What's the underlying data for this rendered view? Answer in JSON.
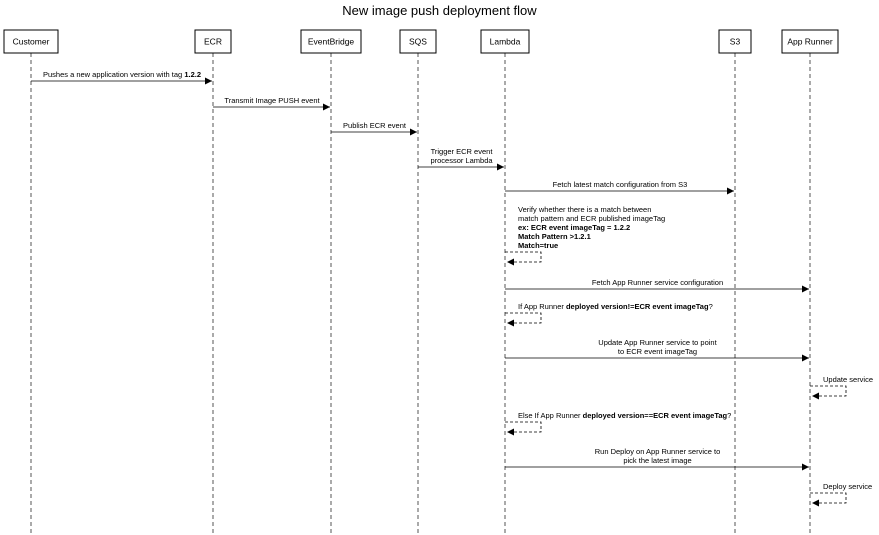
{
  "title": "New image push deployment flow",
  "actors": [
    {
      "id": "customer",
      "label": "Customer"
    },
    {
      "id": "ecr",
      "label": "ECR"
    },
    {
      "id": "eventbridge",
      "label": "EventBridge"
    },
    {
      "id": "sqs",
      "label": "SQS"
    },
    {
      "id": "lambda",
      "label": "Lambda"
    },
    {
      "id": "s3",
      "label": "S3"
    },
    {
      "id": "apprunner",
      "label": "App Runner"
    }
  ],
  "messages": [
    {
      "from": "customer",
      "to": "ecr",
      "type": "sync",
      "lines": [
        [
          {
            "t": "Pushes a new application version with tag "
          },
          {
            "t": "1.2.2",
            "b": true
          }
        ]
      ]
    },
    {
      "from": "ecr",
      "to": "eventbridge",
      "type": "sync",
      "lines": [
        [
          {
            "t": "Transmit Image PUSH event"
          }
        ]
      ]
    },
    {
      "from": "eventbridge",
      "to": "sqs",
      "type": "sync",
      "lines": [
        [
          {
            "t": "Publish ECR event"
          }
        ]
      ]
    },
    {
      "from": "sqs",
      "to": "lambda",
      "type": "sync",
      "lines": [
        [
          {
            "t": "Trigger ECR event"
          }
        ],
        [
          {
            "t": "processor Lambda"
          }
        ]
      ]
    },
    {
      "from": "lambda",
      "to": "s3",
      "type": "sync",
      "lines": [
        [
          {
            "t": "Fetch latest match configuration from S3"
          }
        ]
      ]
    },
    {
      "from": "lambda",
      "to": "lambda",
      "type": "self",
      "lines": [
        [
          {
            "t": "Verify whether there is a match between"
          }
        ],
        [
          {
            "t": "match pattern and ECR published imageTag"
          }
        ],
        [
          {
            "t": "ex: ECR event imageTag = 1.2.2",
            "b": true
          }
        ],
        [
          {
            "t": "Match Pattern >1.2.1",
            "b": true
          }
        ],
        [
          {
            "t": "Match=true",
            "b": true
          }
        ]
      ]
    },
    {
      "from": "lambda",
      "to": "apprunner",
      "type": "sync",
      "lines": [
        [
          {
            "t": "Fetch App Runner service configuration"
          }
        ]
      ]
    },
    {
      "from": "lambda",
      "to": "lambda",
      "type": "self",
      "lines": [
        [
          {
            "t": "If App Runner "
          },
          {
            "t": "deployed version!=ECR event imageTag",
            "b": true
          },
          {
            "t": "?"
          }
        ]
      ]
    },
    {
      "from": "lambda",
      "to": "apprunner",
      "type": "sync",
      "lines": [
        [
          {
            "t": "Update App Runner service to point"
          }
        ],
        [
          {
            "t": "to ECR event imageTag"
          }
        ]
      ]
    },
    {
      "from": "apprunner",
      "to": "apprunner",
      "type": "self",
      "lines": [
        [
          {
            "t": "Update service"
          }
        ]
      ]
    },
    {
      "from": "lambda",
      "to": "lambda",
      "type": "self",
      "lines": [
        [
          {
            "t": "Else If App Runner "
          },
          {
            "t": "deployed version==ECR event imageTag",
            "b": true
          },
          {
            "t": "?"
          }
        ]
      ]
    },
    {
      "from": "lambda",
      "to": "apprunner",
      "type": "sync",
      "lines": [
        [
          {
            "t": "Run Deploy on App Runner service to"
          }
        ],
        [
          {
            "t": "pick the latest image"
          }
        ]
      ]
    },
    {
      "from": "apprunner",
      "to": "apprunner",
      "type": "self",
      "lines": [
        [
          {
            "t": "Deploy service"
          }
        ]
      ]
    }
  ]
}
